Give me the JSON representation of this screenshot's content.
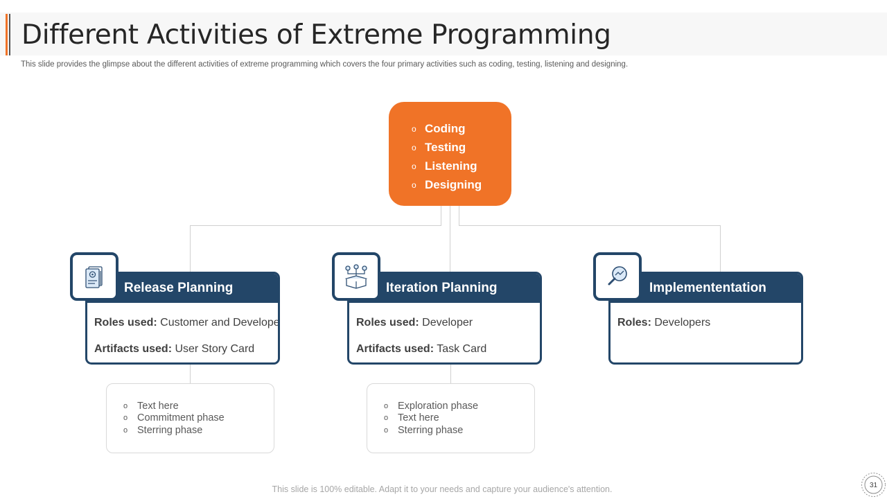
{
  "slide": {
    "title": "Different Activities of Extreme Programming",
    "subtitle": "This slide provides the glimpse about the different activities of extreme programming which covers the four primary activities such as coding, testing, listening and designing.",
    "footer": "This slide is 100% editable. Adapt it to your needs and capture your audience's attention.",
    "page_number": "31",
    "colors": {
      "accent": "#f07327",
      "navy": "#234668",
      "connector": "#d0d0d0"
    }
  },
  "activities": {
    "bullet": "o",
    "items": [
      "Coding",
      "Testing",
      "Listening",
      "Designing"
    ]
  },
  "cards": [
    {
      "title": "Release Planning",
      "icon": "document-gear-icon",
      "line1_label": "Roles used:",
      "line1_value": " Customer and Developer",
      "line2_label": "Artifacts used:",
      "line2_value": " User Story Card",
      "phases": [
        "Text here",
        "Commitment phase",
        "Sterring phase"
      ]
    },
    {
      "title": "Iteration Planning",
      "icon": "workflow-box-icon",
      "line1_label": "Roles used:",
      "line1_value": " Developer",
      "line2_label": "Artifacts used:",
      "line2_value": " Task Card",
      "phases": [
        "Exploration phase",
        "Text here",
        "Sterring phase"
      ]
    },
    {
      "title": "Implemententation",
      "icon": "magnifier-icon",
      "line1_label": "Roles:",
      "line1_value": " Developers"
    }
  ]
}
